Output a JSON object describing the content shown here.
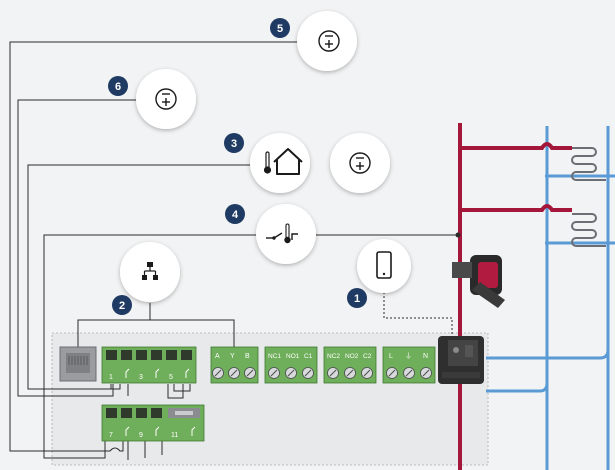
{
  "badges": {
    "b1": "1",
    "b2": "2",
    "b3": "3",
    "b4": "4",
    "b5": "5",
    "b6": "6"
  },
  "terminals": {
    "block_top": [
      "1",
      "3",
      "5"
    ],
    "block_bottom": [
      "7",
      "9",
      "11"
    ],
    "ayb": [
      "A",
      "Y",
      "B"
    ],
    "relay1": [
      "NC1",
      "NO1",
      "C1"
    ],
    "relay2": [
      "NC2",
      "NO2",
      "C2"
    ],
    "power": [
      "L",
      "⏚",
      "N"
    ]
  },
  "icons": {
    "module5": "plus-minus-signal-icon",
    "module6": "plus-minus-signal-icon",
    "module3a": "thermostat-house-icon",
    "module3b": "plus-minus-signal-icon",
    "module4": "temperature-switch-icon",
    "module2": "network-icon",
    "module1": "smartphone-icon"
  },
  "colors": {
    "background": "#f2f3f4",
    "panel_fill": "#e8e9eb",
    "hot_pipe": "#a4173a",
    "cold_pipe": "#5b9bd5",
    "badge": "#1f3a63",
    "terminal_green": "#6fae5a",
    "wire": "#2b2b2b"
  }
}
